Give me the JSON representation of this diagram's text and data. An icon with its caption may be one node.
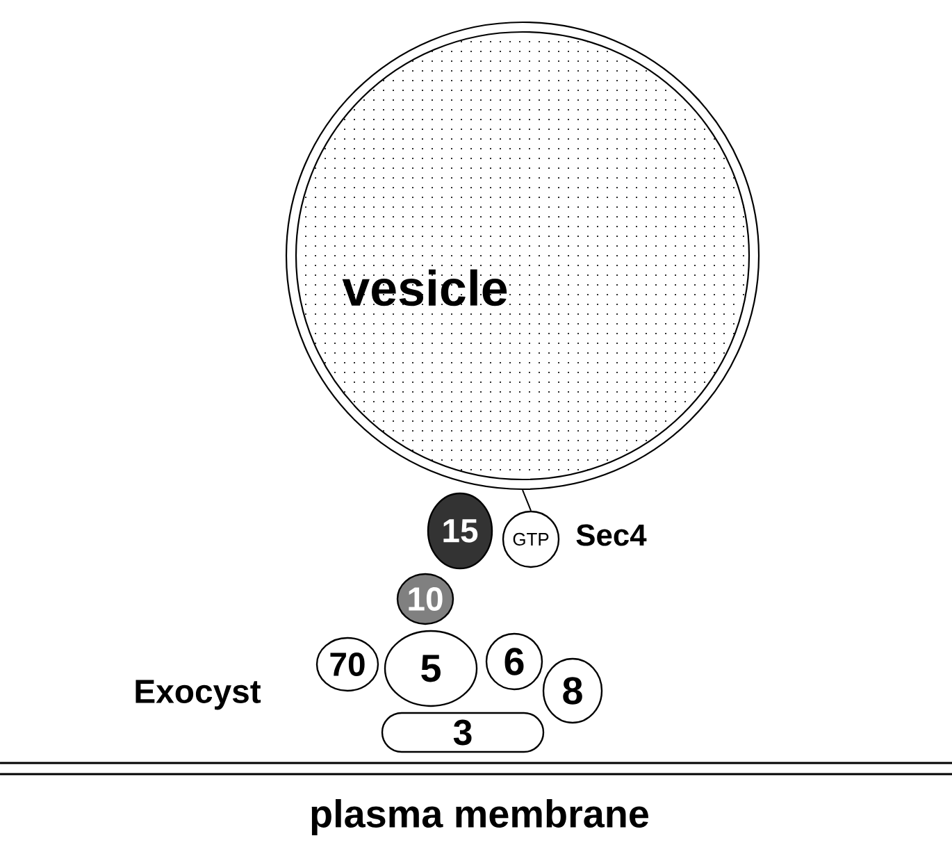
{
  "diagram": {
    "nodes": [
      {
        "text": [
          "vesicle"
        ]
      },
      {
        "text": [
          "GTP"
        ],
        "beside": [
          "Sec4"
        ]
      },
      {
        "text": [
          "15"
        ]
      },
      {
        "text": [
          "10"
        ]
      },
      {
        "text": [
          "70"
        ]
      },
      {
        "text": [
          "5"
        ]
      },
      {
        "text": [
          "6"
        ]
      },
      {
        "text": [
          "8"
        ]
      },
      {
        "text": [
          "3"
        ]
      }
    ],
    "edges": [
      {
        "from": 1,
        "to": 0,
        "arrow": "none"
      }
    ],
    "labels": [
      "Exocyst",
      "plasma membrane"
    ]
  }
}
